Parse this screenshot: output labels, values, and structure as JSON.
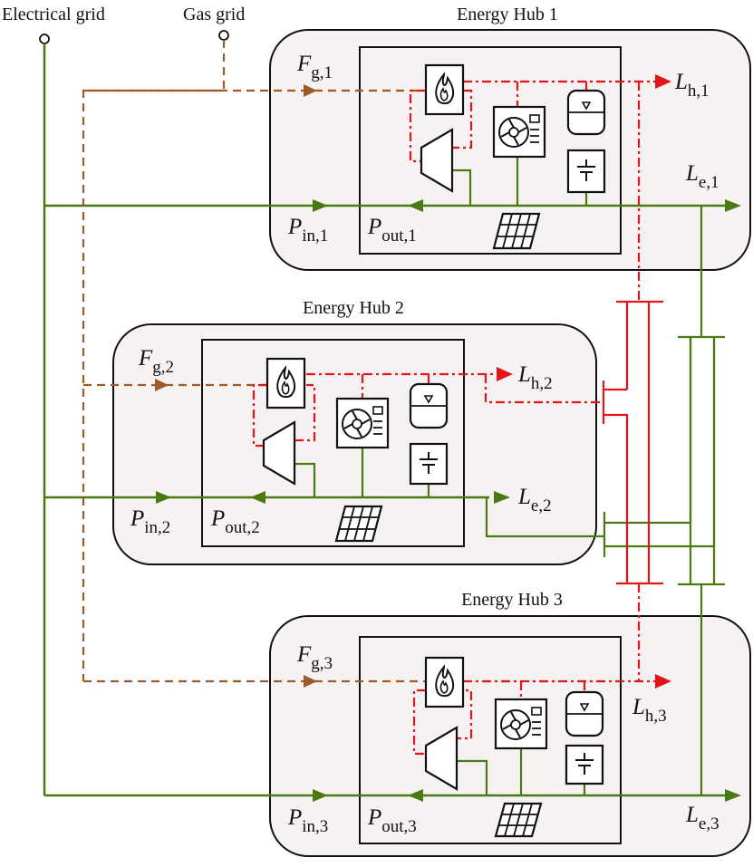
{
  "sources": {
    "electrical": "Electrical grid",
    "gas": "Gas grid"
  },
  "hubs": [
    {
      "title": "Energy Hub 1",
      "fuel": {
        "sym": "F",
        "sub": "g,1"
      },
      "heat_load": {
        "sym": "L",
        "sub": "h,1"
      },
      "elec_load": {
        "sym": "L",
        "sub": "e,1"
      },
      "p_in": {
        "sym": "P",
        "sub": "in,1"
      },
      "p_out": {
        "sym": "P",
        "sub": "out,1"
      }
    },
    {
      "title": "Energy Hub 2",
      "fuel": {
        "sym": "F",
        "sub": "g,2"
      },
      "heat_load": {
        "sym": "L",
        "sub": "h,2"
      },
      "elec_load": {
        "sym": "L",
        "sub": "e,2"
      },
      "p_in": {
        "sym": "P",
        "sub": "in,2"
      },
      "p_out": {
        "sym": "P",
        "sub": "out,2"
      }
    },
    {
      "title": "Energy Hub 3",
      "fuel": {
        "sym": "F",
        "sub": "g,3"
      },
      "heat_load": {
        "sym": "L",
        "sub": "h,3"
      },
      "elec_load": {
        "sym": "L",
        "sub": "e,3"
      },
      "p_in": {
        "sym": "P",
        "sub": "in,3"
      },
      "p_out": {
        "sym": "P",
        "sub": "out,3"
      }
    }
  ],
  "icons": [
    "boiler-flame-icon",
    "turbine-icon",
    "heat-pump-icon",
    "thermal-storage-icon",
    "battery-icon",
    "solar-panel-icon"
  ],
  "colors": {
    "electric": "#4a7a12",
    "gas": "#9c5b2a",
    "heat": "#e0161b",
    "hub_fill": "#f7f2f2",
    "outline": "#111111"
  }
}
